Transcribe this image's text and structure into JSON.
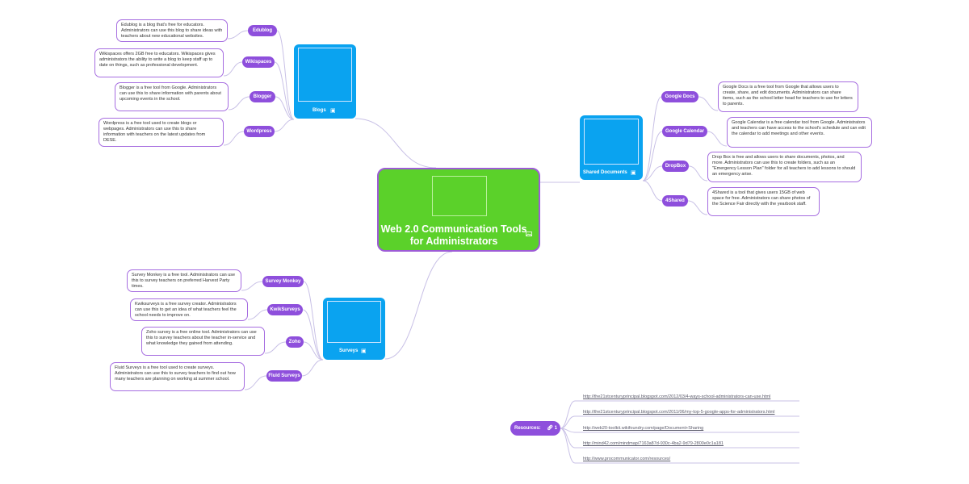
{
  "root": {
    "title_line1": "Web 2.0 Communication Tools",
    "title_line2": "for Administrators",
    "image_icon": "image-icon"
  },
  "blogs": {
    "label": "Blogs",
    "items": [
      {
        "name": "Edublog",
        "note": "Edublog is a blog that's free for educators. Administrators can use this blog to share ideas with teachers about new educational websites."
      },
      {
        "name": "Wikispaces",
        "note": "Wikispaces offers 2GB free to educators. Wikispaces gives administrators the ability to write a blog to keep staff up to date on things, such as professional development."
      },
      {
        "name": "Blogger",
        "note": "Blogger is a free tool from Google. Administrators can use this to share information with parents about upcoming events in the school."
      },
      {
        "name": "Wordpress",
        "note": "Wordpress is a free tool used to create blogs or webpages. Administrators can use this to share information with teachers on the latest updates from DESE."
      }
    ]
  },
  "surveys": {
    "label": "Surveys",
    "items": [
      {
        "name": "Survey Monkey",
        "note": "Survey Monkey is a free tool. Administrators can use this to survey teachers on preferred Harvest Party times."
      },
      {
        "name": "KwikSurveys",
        "note": "Kwiksurveys is a free survey creator. Administrators can use this to get an idea of what teachers feel the school needs to improve on."
      },
      {
        "name": "Zoho",
        "note": "Zoho survey is a free online tool. Administrators can use this to survey teachers about the teacher in-service and what knowledge they gained from attending."
      },
      {
        "name": "Fluid Surveys",
        "note": "Fluid Surveys is a free tool used to create surveys. Administrators can use this to survey teachers to find out how many teachers are planning on working at summer school."
      }
    ]
  },
  "shared": {
    "label": "Shared Documents",
    "items": [
      {
        "name": "Google Docs",
        "note": "Google Docs is a free tool from Google that allows users to create, share, and edit documents. Administrators can share items, such as the school letter head for teachers to use for letters to parents."
      },
      {
        "name": "Google Calendar",
        "note": "Google Calendar is a free calendar tool from Google. Administrators and teachers can have access to the school's schedule and can edit the calendar to add meetings and other events."
      },
      {
        "name": "DropBox",
        "note": "Drop Box is free and allows users to share documents, photos, and more. Administrators can use this to create folders, such as an \"Emergency Lesson Plan\" folder for all teachers to add lessons to should an emergency arise."
      },
      {
        "name": "4Shared",
        "note": "4Shared is a tool that gives users 15GB of web space for free. Administrators can share photos of the Science Fair directly with the yearbook staff."
      }
    ]
  },
  "resources": {
    "label": "Resources:",
    "link_count": "1",
    "link_icon": "link-icon",
    "links": [
      "http://the21stcenturyprincipal.blogspot.com/2012/03/4-ways-school-administrators-can-use.html",
      "http://the21stcenturyprincipal.blogspot.com/2011/06/my-top-5-google-apps-for-administrators.html",
      "http://web20-toolkit.wikifoundry.com/page/Document+Sharing",
      "http://mind42.com/mindmap/7163a87d-930c-4ba2-9d79-2800e0c1a181",
      "http://www.procommunicator.com/resources/"
    ]
  },
  "colors": {
    "root_fill": "#5bd12a",
    "root_border": "#9d5bd6",
    "main_fill": "#0aa3f0",
    "pill_fill": "#8e4fdc",
    "note_border": "#a66de0",
    "connector": "#c8c0e6"
  }
}
